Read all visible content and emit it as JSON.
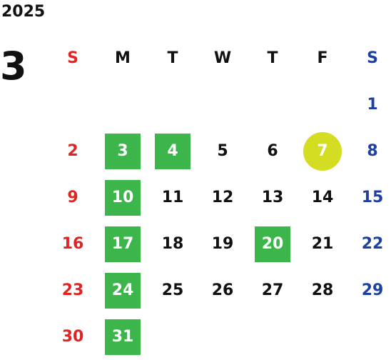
{
  "calendar": {
    "year": "2025",
    "month": "3",
    "weekday_headers": [
      "S",
      "M",
      "T",
      "W",
      "T",
      "F",
      "S"
    ],
    "colors": {
      "sunday": "#e02424",
      "saturday": "#1e40a0",
      "highlight_green": "#3cb64a",
      "highlight_yellow": "#d5dd22"
    },
    "weeks": [
      [
        {
          "day": "",
          "style": ""
        },
        {
          "day": "",
          "style": ""
        },
        {
          "day": "",
          "style": ""
        },
        {
          "day": "",
          "style": ""
        },
        {
          "day": "",
          "style": ""
        },
        {
          "day": "",
          "style": ""
        },
        {
          "day": "1",
          "style": ""
        }
      ],
      [
        {
          "day": "2",
          "style": ""
        },
        {
          "day": "3",
          "style": "green"
        },
        {
          "day": "4",
          "style": "green"
        },
        {
          "day": "5",
          "style": ""
        },
        {
          "day": "6",
          "style": ""
        },
        {
          "day": "7",
          "style": "circle"
        },
        {
          "day": "8",
          "style": ""
        }
      ],
      [
        {
          "day": "9",
          "style": ""
        },
        {
          "day": "10",
          "style": "green"
        },
        {
          "day": "11",
          "style": ""
        },
        {
          "day": "12",
          "style": ""
        },
        {
          "day": "13",
          "style": ""
        },
        {
          "day": "14",
          "style": ""
        },
        {
          "day": "15",
          "style": ""
        }
      ],
      [
        {
          "day": "16",
          "style": ""
        },
        {
          "day": "17",
          "style": "green"
        },
        {
          "day": "18",
          "style": ""
        },
        {
          "day": "19",
          "style": ""
        },
        {
          "day": "20",
          "style": "green"
        },
        {
          "day": "21",
          "style": ""
        },
        {
          "day": "22",
          "style": ""
        }
      ],
      [
        {
          "day": "23",
          "style": ""
        },
        {
          "day": "24",
          "style": "green"
        },
        {
          "day": "25",
          "style": ""
        },
        {
          "day": "26",
          "style": ""
        },
        {
          "day": "27",
          "style": ""
        },
        {
          "day": "28",
          "style": ""
        },
        {
          "day": "29",
          "style": ""
        }
      ],
      [
        {
          "day": "30",
          "style": ""
        },
        {
          "day": "31",
          "style": "green"
        },
        {
          "day": "",
          "style": ""
        },
        {
          "day": "",
          "style": ""
        },
        {
          "day": "",
          "style": ""
        },
        {
          "day": "",
          "style": ""
        },
        {
          "day": "",
          "style": ""
        }
      ]
    ]
  }
}
